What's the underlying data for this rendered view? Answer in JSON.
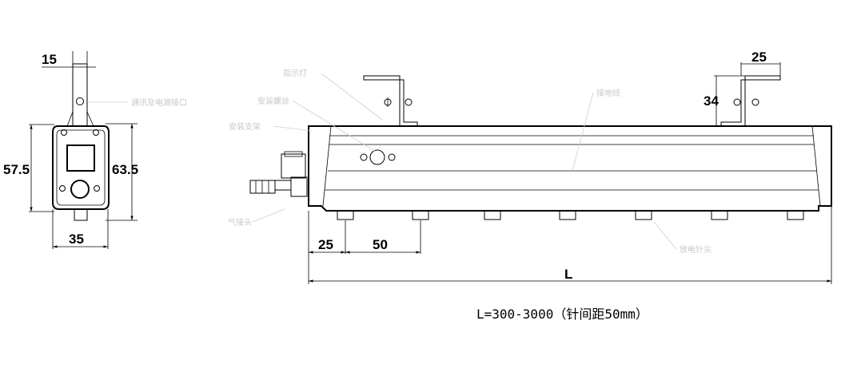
{
  "side_view": {
    "dim_top": "15",
    "dim_left": "57.5",
    "dim_right": "63.5",
    "dim_bottom": "35"
  },
  "front_view": {
    "dim_bracket_width": "25",
    "dim_bracket_height": "34",
    "dim_first_pin": "25",
    "dim_pin_spacing": "50",
    "dim_length": "L"
  },
  "callouts": {
    "side_port": "通讯及电源接口",
    "indicator": "指示灯",
    "mount_screw": "安装螺丝",
    "bracket": "安装支架",
    "ground_wire": "接地线",
    "air_connector": "气接头",
    "pins": "放电针尖"
  },
  "formula": "L=300-3000（针间距50mm）"
}
